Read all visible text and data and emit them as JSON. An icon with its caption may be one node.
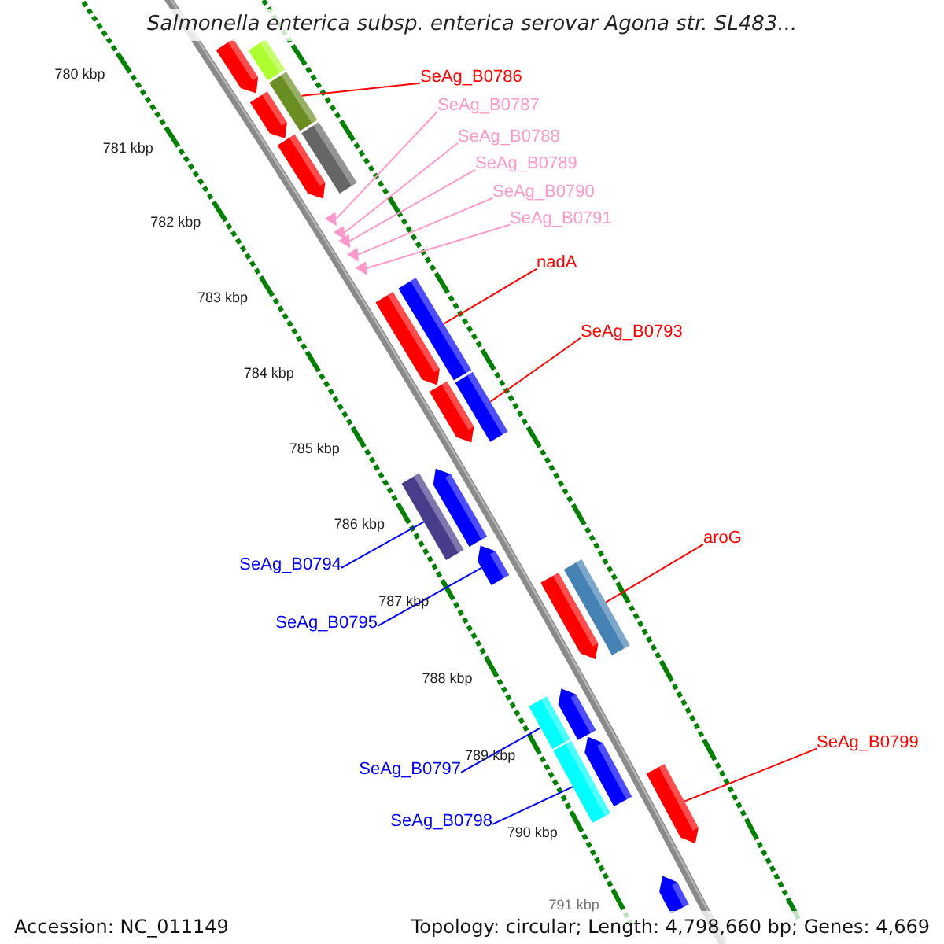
{
  "diagram": {
    "title": "Salmonella enterica subsp. enterica serovar Agona str. SL483...",
    "nodes": [
      {
        "text": [
          "SeAg_B0786"
        ]
      },
      {
        "text": [
          "SeAg_B0787"
        ]
      },
      {
        "text": [
          "SeAg_B0788"
        ]
      },
      {
        "text": [
          "SeAg_B0789"
        ]
      },
      {
        "text": [
          "SeAg_B0790"
        ]
      },
      {
        "text": [
          "SeAg_B0791"
        ]
      },
      {
        "text": [
          "nadA"
        ]
      },
      {
        "text": [
          "SeAg_B0793"
        ]
      },
      {
        "text": [
          "aroG"
        ]
      },
      {
        "text": [
          "SeAg_B0794"
        ]
      },
      {
        "text": [
          "SeAg_B0795"
        ]
      },
      {
        "text": [
          "SeAg_B0799"
        ]
      },
      {
        "text": [
          "SeAg_B0797"
        ]
      },
      {
        "text": [
          "SeAg_B0798"
        ]
      },
      {
        "text": [],
        "shape": "bar"
      },
      {
        "text": [],
        "shape": "triangle"
      },
      {
        "text": [],
        "shape": "triangle"
      },
      {
        "text": [],
        "shape": "triangle"
      },
      {
        "text": [],
        "shape": "triangle"
      },
      {
        "text": [],
        "shape": "triangle"
      },
      {
        "text": [],
        "shape": "bar"
      },
      {
        "text": [],
        "shape": "bar"
      },
      {
        "text": [],
        "shape": "bar"
      },
      {
        "text": [],
        "shape": "bar"
      },
      {
        "text": [],
        "shape": "bar"
      },
      {
        "text": [],
        "shape": "bar"
      },
      {
        "text": [],
        "shape": "bar"
      },
      {
        "text": [],
        "shape": "bar"
      },
      {
        "text": [],
        "shape": "bar"
      },
      {
        "text": [],
        "shape": "bar"
      },
      {
        "text": [],
        "shape": "bar"
      },
      {
        "text": [],
        "shape": "bar"
      },
      {
        "text": [],
        "shape": "bar"
      },
      {
        "text": [],
        "shape": "bar"
      },
      {
        "text": [],
        "shape": "bar"
      },
      {
        "text": [],
        "shape": "bar"
      },
      {
        "text": [],
        "shape": "bar"
      },
      {
        "text": [],
        "shape": "bar"
      },
      {
        "text": [],
        "shape": "bar"
      },
      {
        "text": [],
        "shape": "bar"
      }
    ],
    "edges": [
      {
        "from": 0,
        "to": 14,
        "arrow": "none",
        "color": "#ff0000"
      },
      {
        "from": 1,
        "to": 15,
        "arrow": "none",
        "color": "#ff99cc"
      },
      {
        "from": 2,
        "to": 16,
        "arrow": "none",
        "color": "#ff99cc"
      },
      {
        "from": 3,
        "to": 17,
        "arrow": "none",
        "color": "#ff99cc"
      },
      {
        "from": 4,
        "to": 18,
        "arrow": "none",
        "color": "#ff99cc"
      },
      {
        "from": 5,
        "to": 19,
        "arrow": "none",
        "color": "#ff99cc"
      },
      {
        "from": 6,
        "to": 20,
        "arrow": "none",
        "color": "#ff0000"
      },
      {
        "from": 7,
        "to": 21,
        "arrow": "none",
        "color": "#ff0000"
      },
      {
        "from": 8,
        "to": 22,
        "arrow": "none",
        "color": "#ff0000"
      },
      {
        "from": 9,
        "to": 23,
        "arrow": "none",
        "color": "#0000ff"
      },
      {
        "from": 10,
        "to": 24,
        "arrow": "none",
        "color": "#0000ff"
      },
      {
        "from": 11,
        "to": 25,
        "arrow": "none",
        "color": "#ff0000"
      },
      {
        "from": 12,
        "to": 26,
        "arrow": "none",
        "color": "#0000ff"
      },
      {
        "from": 13,
        "to": 27,
        "arrow": "none",
        "color": "#0000ff"
      }
    ],
    "labels": [
      "780 kbp",
      "781 kbp",
      "782 kbp",
      "783 kbp",
      "784 kbp",
      "785 kbp",
      "786 kbp",
      "787 kbp",
      "788 kbp",
      "789 kbp",
      "790 kbp",
      "791 kbp",
      "Accession: NC_011149",
      "Topology: circular; Length: 4,798,660 bp; Genes: 4,669"
    ]
  }
}
